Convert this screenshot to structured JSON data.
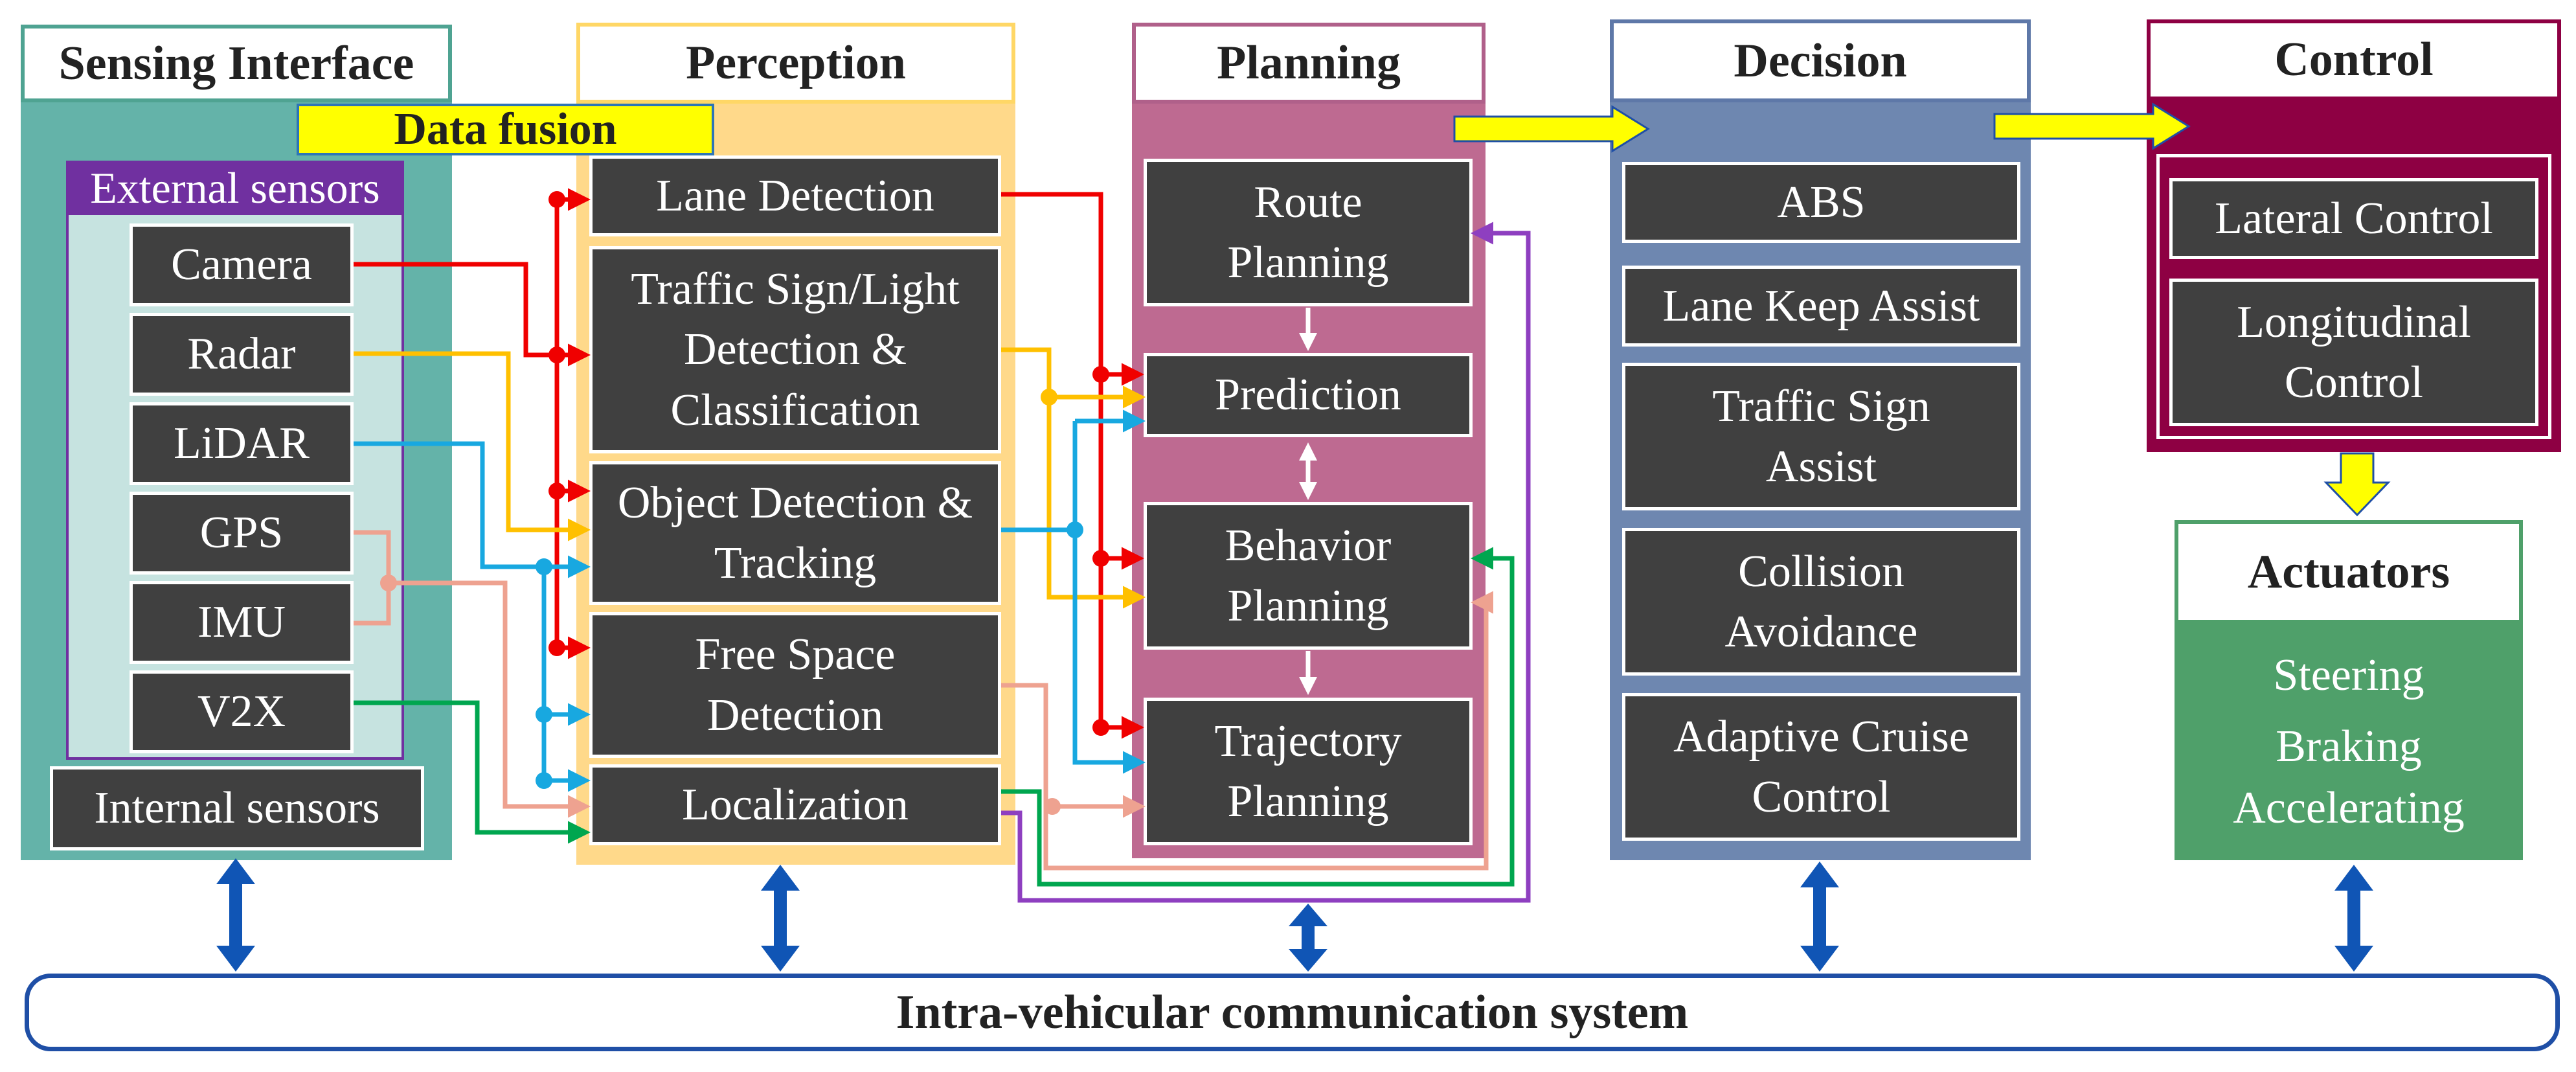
{
  "sensing": {
    "title": "Sensing Interface",
    "external_title": "External sensors",
    "external": [
      "Camera",
      "Radar",
      "LiDAR",
      "GPS",
      "IMU",
      "V2X"
    ],
    "internal": "Internal sensors"
  },
  "perception": {
    "title": "Perception",
    "data_fusion": "Data fusion",
    "items": [
      "Lane Detection",
      "Traffic Sign/Light Detection & Classification",
      "Object Detection & Tracking",
      "Free Space Detection",
      "Localization"
    ]
  },
  "planning": {
    "title": "Planning",
    "items": [
      "Route Planning",
      "Prediction",
      "Behavior Planning",
      "Trajectory Planning"
    ]
  },
  "decision": {
    "title": "Decision",
    "items": [
      "ABS",
      "Lane Keep Assist",
      "Traffic Sign Assist",
      "Collision Avoidance",
      "Adaptive Cruise Control"
    ]
  },
  "control": {
    "title": "Control",
    "items": [
      "Lateral Control",
      "Longitudinal Control"
    ]
  },
  "actuators": {
    "title": "Actuators",
    "items": [
      "Steering",
      "Braking",
      "Accelerating"
    ]
  },
  "bus": {
    "title": "Intra-vehicular communication system"
  },
  "colors": {
    "sensing_bg": "#64B3A9",
    "sensing_border": "#4FA392",
    "external_bg": "#C6E3E0",
    "external_border": "#7030A0",
    "perception_bg": "#FFD98A",
    "perception_border": "#FFD766",
    "planning_bg": "#BE6A91",
    "planning_border": "#B0608A",
    "decision_bg": "#6E87B0",
    "decision_border": "#5E78A8",
    "control_bg": "#8E0043",
    "actuators_bg": "#4FA06A",
    "fusion_bg": "#FFFF00",
    "bus_border": "#1F4FA6",
    "vertical_arrow": "#1055B5",
    "wire_red": "#F00000",
    "wire_yellow": "#FFC000",
    "wire_blue": "#18A8E0",
    "wire_salmon": "#EEA290",
    "wire_green": "#00A64F",
    "wire_purple": "#8E3FC0"
  }
}
